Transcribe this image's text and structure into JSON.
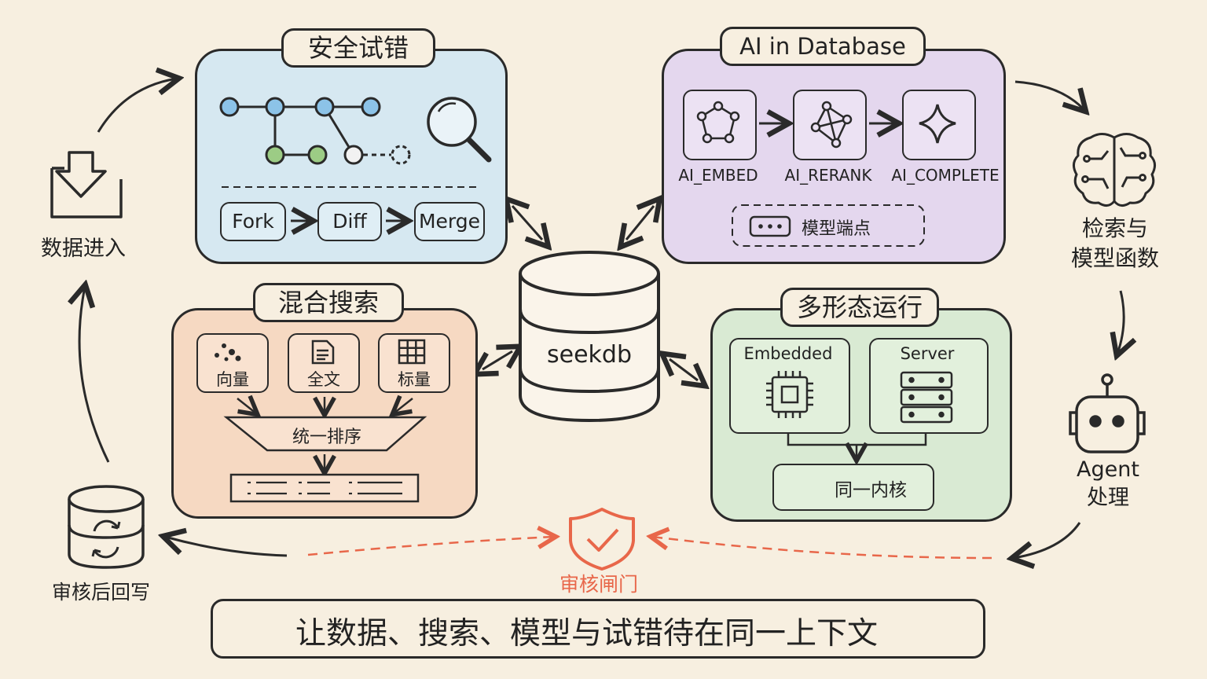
{
  "colors": {
    "background": "#f7efe0",
    "safe_panel": "#d6e8f1",
    "ai_panel": "#e4d7ee",
    "hybrid_panel": "#f6d9c2",
    "runtime_panel": "#d9ead3",
    "gate": "#e8674a",
    "node_blue": "#8cc3e8",
    "node_green": "#9ccc85",
    "ink": "#2a2a2a"
  },
  "flow": {
    "data_in": "数据进入",
    "retrieve": "检索与\n模型函数",
    "agent": "Agent\n处理",
    "writeback": "审核后回写",
    "gate": "审核闸门"
  },
  "safe_trial": {
    "title": "安全试错",
    "steps": [
      "Fork",
      "Diff",
      "Merge"
    ]
  },
  "ai_db": {
    "title": "AI in Database",
    "functions": [
      "AI_EMBED",
      "AI_RERANK",
      "AI_COMPLETE"
    ],
    "endpoint": "模型端点"
  },
  "center": {
    "label": "seekdb"
  },
  "hybrid": {
    "title": "混合搜索",
    "sources": [
      "向量",
      "全文",
      "标量"
    ],
    "rank": "统一排序"
  },
  "runtime": {
    "title": "多形态运行",
    "modes": [
      "Embedded",
      "Server"
    ],
    "kernel": "同一内核"
  },
  "footer": {
    "tagline": "让数据、搜索、模型与试错待在同一上下文"
  }
}
